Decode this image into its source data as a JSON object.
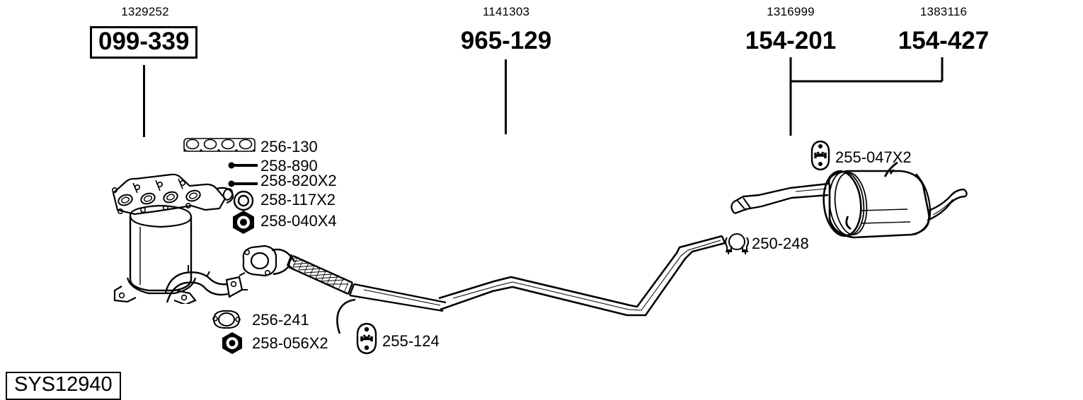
{
  "diagram": {
    "system_code": "SYS12940",
    "type": "exhaust-system-parts-diagram"
  },
  "assemblies": [
    {
      "oem_number": "1329252",
      "group_code": "099-339",
      "boxed": true,
      "name": "catalytic-converter-manifold"
    },
    {
      "oem_number": "1141303",
      "group_code": "965-129",
      "boxed": false,
      "name": "front-pipe"
    },
    {
      "oem_number": "1316999",
      "group_code": "154-201",
      "boxed": false,
      "name": "centre-pipe"
    },
    {
      "oem_number": "1383116",
      "group_code": "154-427",
      "boxed": false,
      "name": "rear-silencer"
    }
  ],
  "fitting_kit": [
    {
      "code": "256-130",
      "icon": "manifold-gasket-icon"
    },
    {
      "code": "258-890",
      "icon": "stud-bolt-icon"
    },
    {
      "code": "258-820X2",
      "icon": "stud-bolt-icon"
    },
    {
      "code": "258-117X2",
      "icon": "washer-ring-icon"
    },
    {
      "code": "258-040X4",
      "icon": "hex-nut-icon"
    }
  ],
  "lower_parts": [
    {
      "code": "256-241",
      "icon": "oval-flange-gasket-icon"
    },
    {
      "code": "258-056X2",
      "icon": "hex-nut-icon"
    },
    {
      "code": "255-124",
      "icon": "rubber-hanger-icon"
    }
  ],
  "rear_parts": [
    {
      "code": "255-047X2",
      "icon": "rubber-hanger-icon"
    },
    {
      "code": "250-248",
      "icon": "u-bolt-clamp-icon"
    }
  ],
  "colors": {
    "ink": "#000000",
    "paper": "#ffffff"
  }
}
